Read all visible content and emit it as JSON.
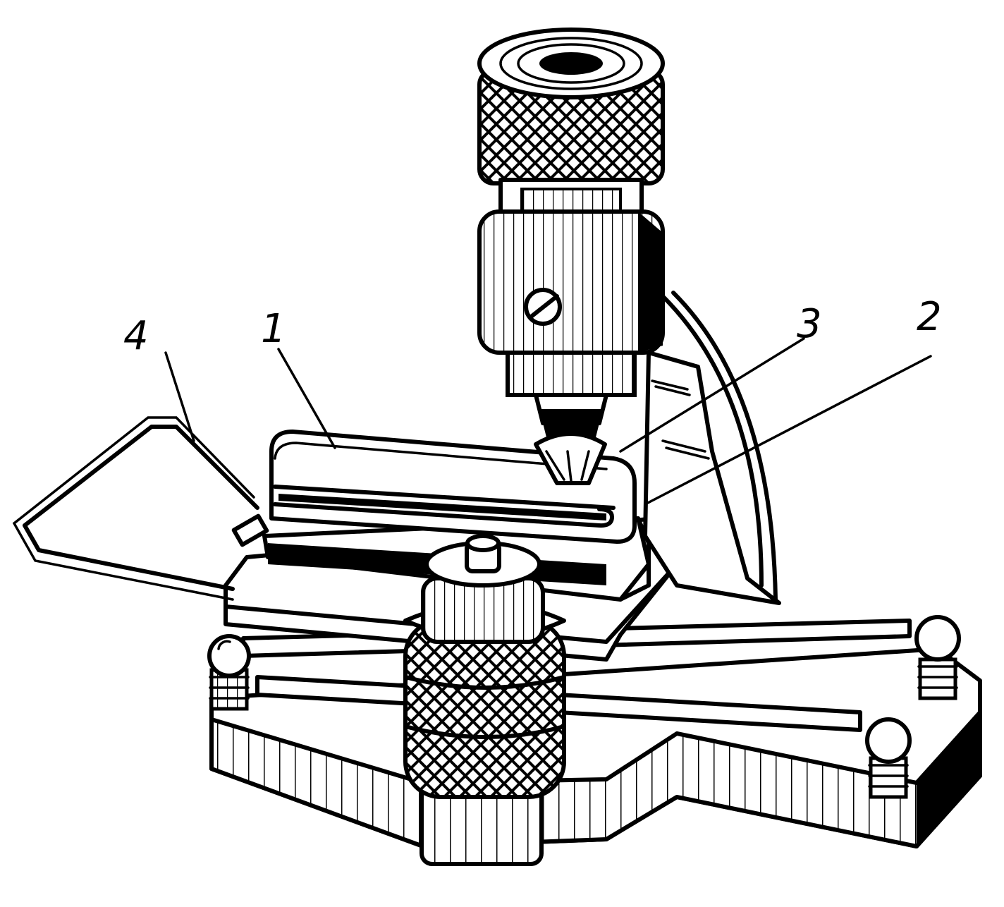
{
  "figure": {
    "callouts": [
      {
        "id": "1",
        "label": "1"
      },
      {
        "id": "2",
        "label": "2"
      },
      {
        "id": "3",
        "label": "3"
      },
      {
        "id": "4",
        "label": "4"
      }
    ]
  },
  "colors": {
    "ink": "#000000",
    "paper": "#ffffff",
    "knurl": "#000000"
  },
  "icons": [
    "knurled-knob-icon",
    "screw-slot-icon",
    "ball-stop-icon"
  ]
}
